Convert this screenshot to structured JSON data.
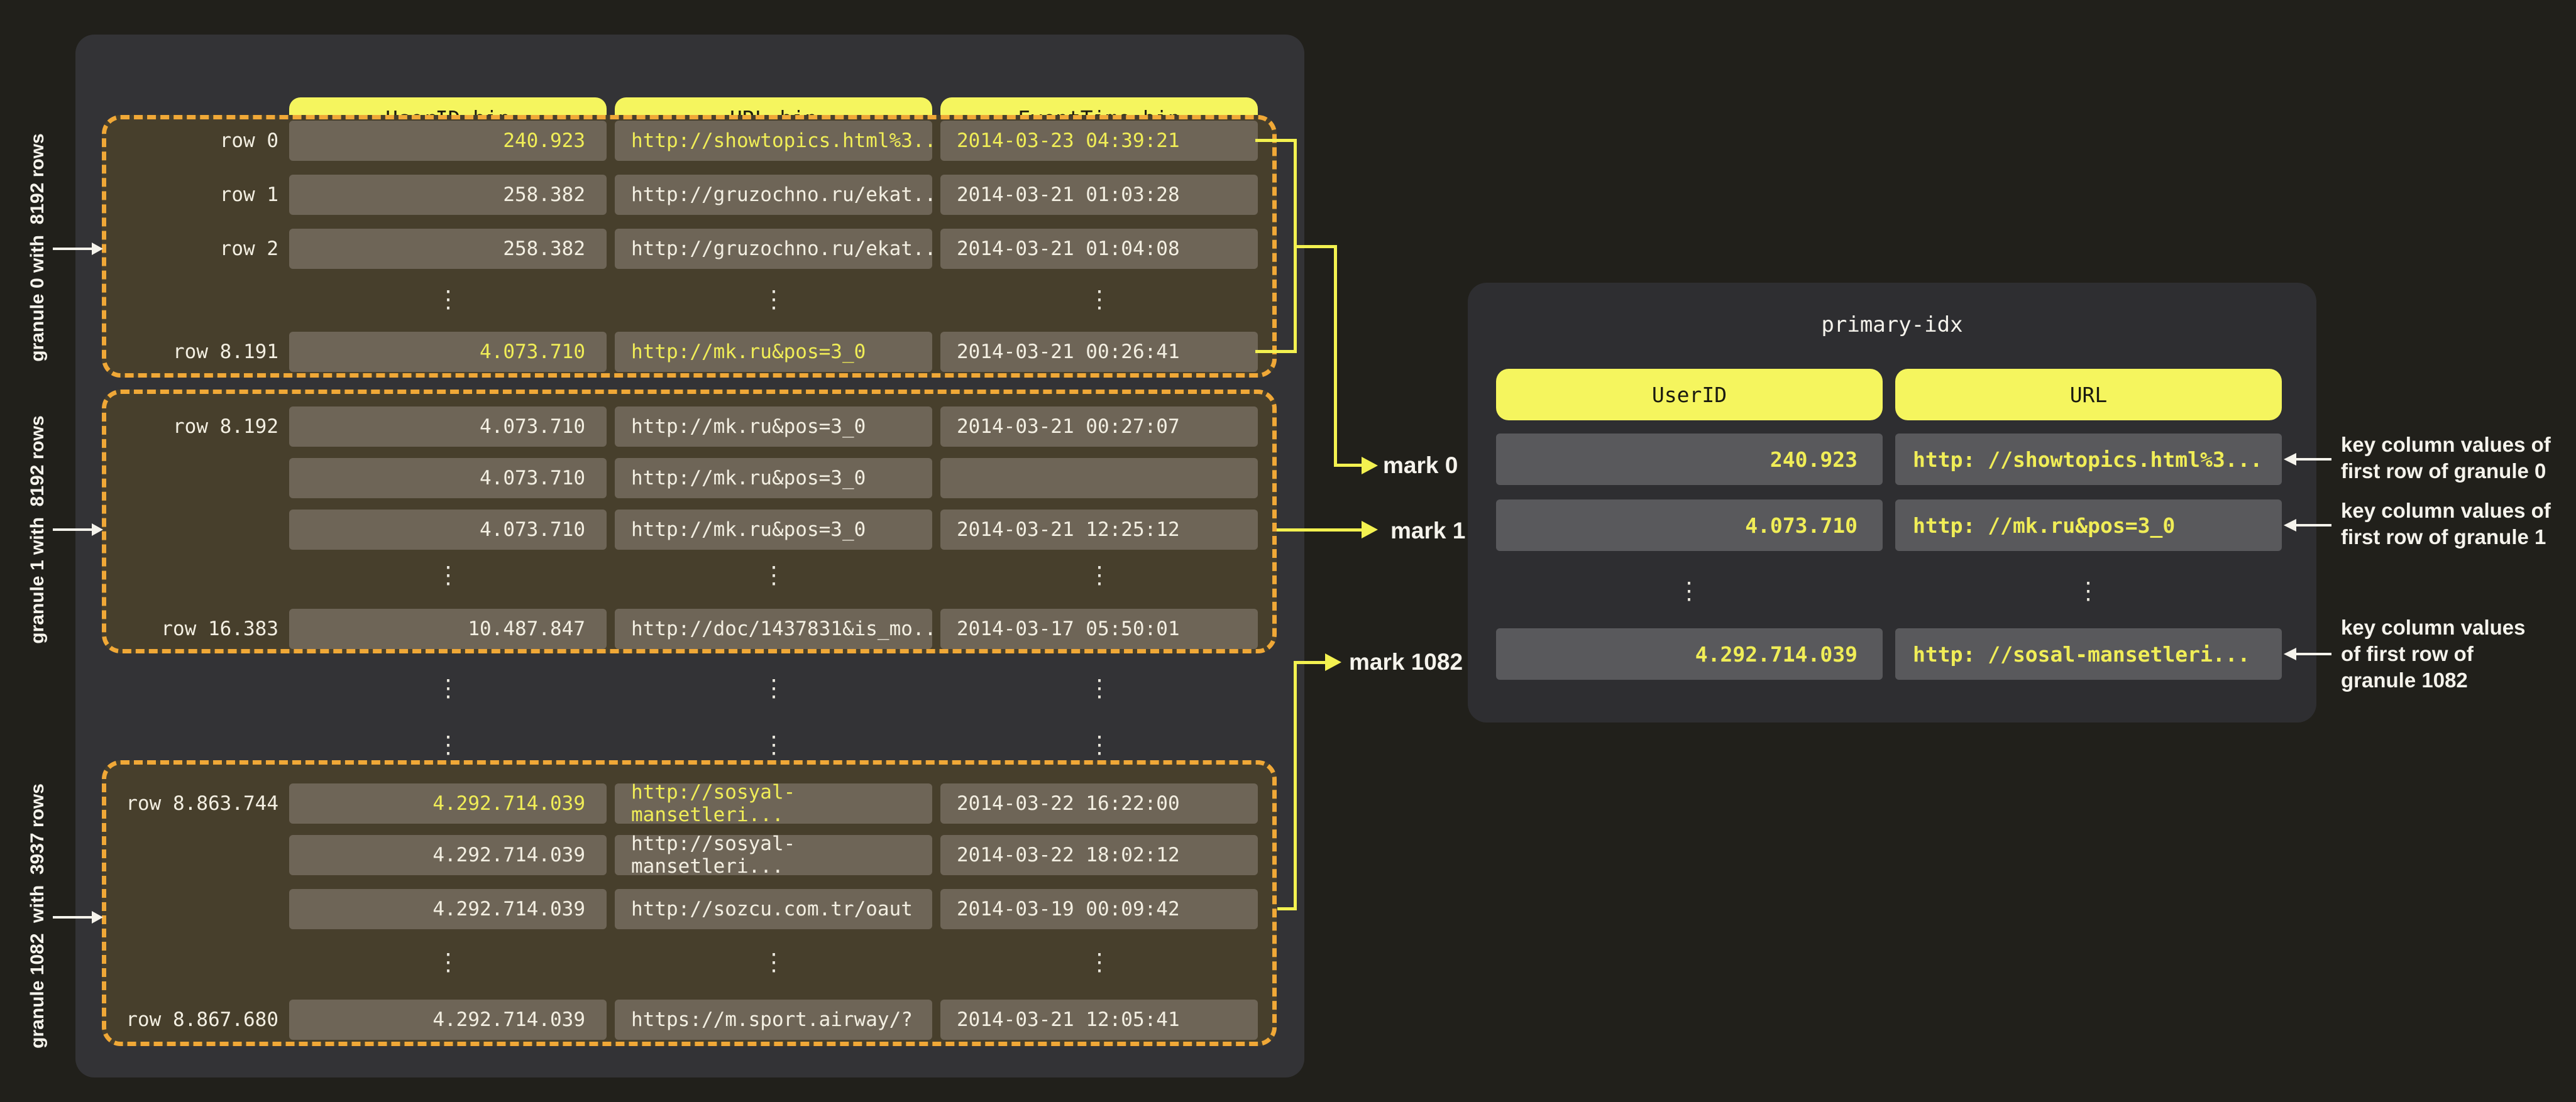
{
  "glyphs": {
    "ellipsis": "⋮"
  },
  "colors": {
    "accent_yellow": "#f3f150",
    "header_pill_yellow": "#f5f55e",
    "granule_dashed_border": "#f0a837",
    "highlight_value_yellow": "#f0ed57",
    "page_background": "#21201b",
    "left_panel_background": "#333336",
    "index_panel_background": "#2e2e31",
    "granule_background": "#473f2c",
    "granule_cell_background": "#6e6557",
    "index_cell_background": "#59595c"
  },
  "left_table": {
    "column_headers": [
      {
        "label": "UserID.bin"
      },
      {
        "label": "URL.bin"
      },
      {
        "label": "EventTime.bin"
      }
    ],
    "granules": [
      {
        "side_label": "granule 0 with  8192 rows",
        "rows": [
          {
            "label": "row 0",
            "user_id": "240.923",
            "url": "http://showtopics.html%3...",
            "event_time": "2014-03-23 04:39:21"
          },
          {
            "label": "row 1",
            "user_id": "258.382",
            "url": "http://gruzochno.ru/ekat...",
            "event_time": "2014-03-21 01:03:28"
          },
          {
            "label": "row 2",
            "user_id": "258.382",
            "url": "http://gruzochno.ru/ekat...",
            "event_time": "2014-03-21 01:04:08"
          },
          {
            "label": "row 8.191",
            "user_id": "4.073.710",
            "url": "http://mk.ru&pos=3_0",
            "event_time": "2014-03-21 00:26:41"
          }
        ]
      },
      {
        "side_label": "granule 1 with  8192 rows",
        "rows": [
          {
            "label": "row 8.192",
            "user_id": "4.073.710",
            "url": "http://mk.ru&pos=3_0",
            "event_time": "2014-03-21 00:27:07"
          },
          {
            "label": "",
            "user_id": "4.073.710",
            "url": "http://mk.ru&pos=3_0",
            "event_time": ""
          },
          {
            "label": "",
            "user_id": "4.073.710",
            "url": "http://mk.ru&pos=3_0",
            "event_time": "2014-03-21 12:25:12"
          },
          {
            "label": "row 16.383",
            "user_id": "10.487.847",
            "url": "http://doc/1437831&is_mo...",
            "event_time": "2014-03-17 05:50:01"
          }
        ]
      },
      {
        "side_label": "granule 1082  with  3937 rows",
        "rows": [
          {
            "label": "row 8.863.744",
            "user_id": "4.292.714.039",
            "url": "http://sosyal-mansetleri...",
            "event_time": "2014-03-22 16:22:00"
          },
          {
            "label": "",
            "user_id": "4.292.714.039",
            "url": "http://sosyal-mansetleri...",
            "event_time": "2014-03-22 18:02:12"
          },
          {
            "label": "",
            "user_id": "4.292.714.039",
            "url": "http://sozcu.com.tr/oaut",
            "event_time": "2014-03-19 00:09:42"
          },
          {
            "label": "row 8.867.680",
            "user_id": "4.292.714.039",
            "url": "https://m.sport.airway/?",
            "event_time": "2014-03-21 12:05:41"
          }
        ]
      }
    ]
  },
  "marks": [
    {
      "label": "mark 0"
    },
    {
      "label": "mark 1"
    },
    {
      "label": "mark 1082"
    }
  ],
  "primary_index": {
    "title": "primary-idx",
    "column_headers": [
      {
        "label": "UserID"
      },
      {
        "label": "URL"
      }
    ],
    "rows": [
      {
        "user_id": "240.923",
        "url": "http: //showtopics.html%3..."
      },
      {
        "user_id": "4.073.710",
        "url": "http: //mk.ru&pos=3_0"
      },
      {
        "user_id": "4.292.714.039",
        "url": "http: //sosal-mansetleri..."
      }
    ],
    "annotations": [
      {
        "lines": [
          "key column values of",
          "first row of granule 0"
        ]
      },
      {
        "lines": [
          "key column values of",
          "first row of granule 1"
        ]
      },
      {
        "lines": [
          "key column values",
          "of first row of",
          "granule 1082"
        ]
      }
    ]
  }
}
